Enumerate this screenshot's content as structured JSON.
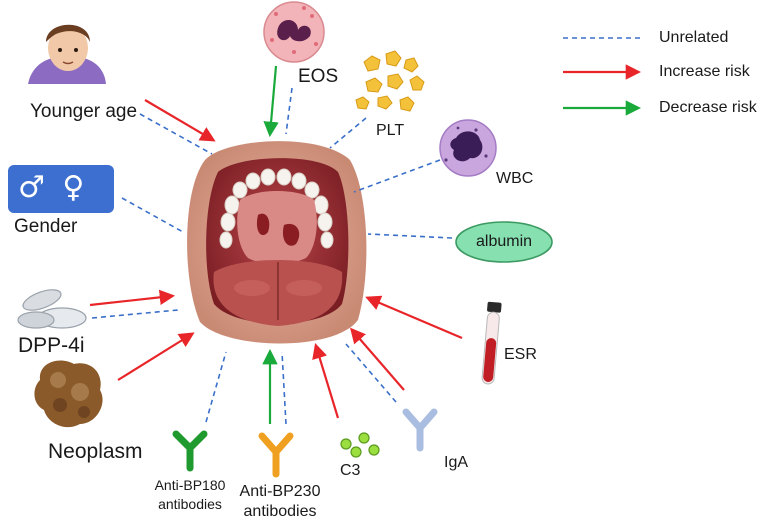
{
  "factors": {
    "younger_age": "Younger age",
    "gender": "Gender",
    "gender_symbols": "♂ ♀",
    "dpp4i": "DPP-4i",
    "neoplasm": "Neoplasm",
    "anti_bp180": "Anti-BP180\nantibodies",
    "anti_bp230": "Anti-BP230\nantibodies",
    "c3": "C3",
    "iga": "IgA",
    "esr": "ESR",
    "albumin": "albumin",
    "wbc": "WBC",
    "plt": "PLT",
    "eos": "EOS"
  },
  "legend": {
    "unrelated": "Unrelated",
    "increase": "Increase risk",
    "decrease": "Decrease risk"
  },
  "colors": {
    "unrelated": "#3a6fc9",
    "increase": "#e8262a",
    "decrease": "#1aaa3c",
    "gender_box": "#3d6fd1",
    "albumin_fill": "#86e0b0",
    "bp180": "#1f9a2f",
    "bp230": "#f0a020",
    "iga": "#a9bde0",
    "c3": "#9adf3f",
    "plt": "#f4c23a",
    "wbc": "#c9a6de",
    "eos": "#f2b4b8"
  }
}
